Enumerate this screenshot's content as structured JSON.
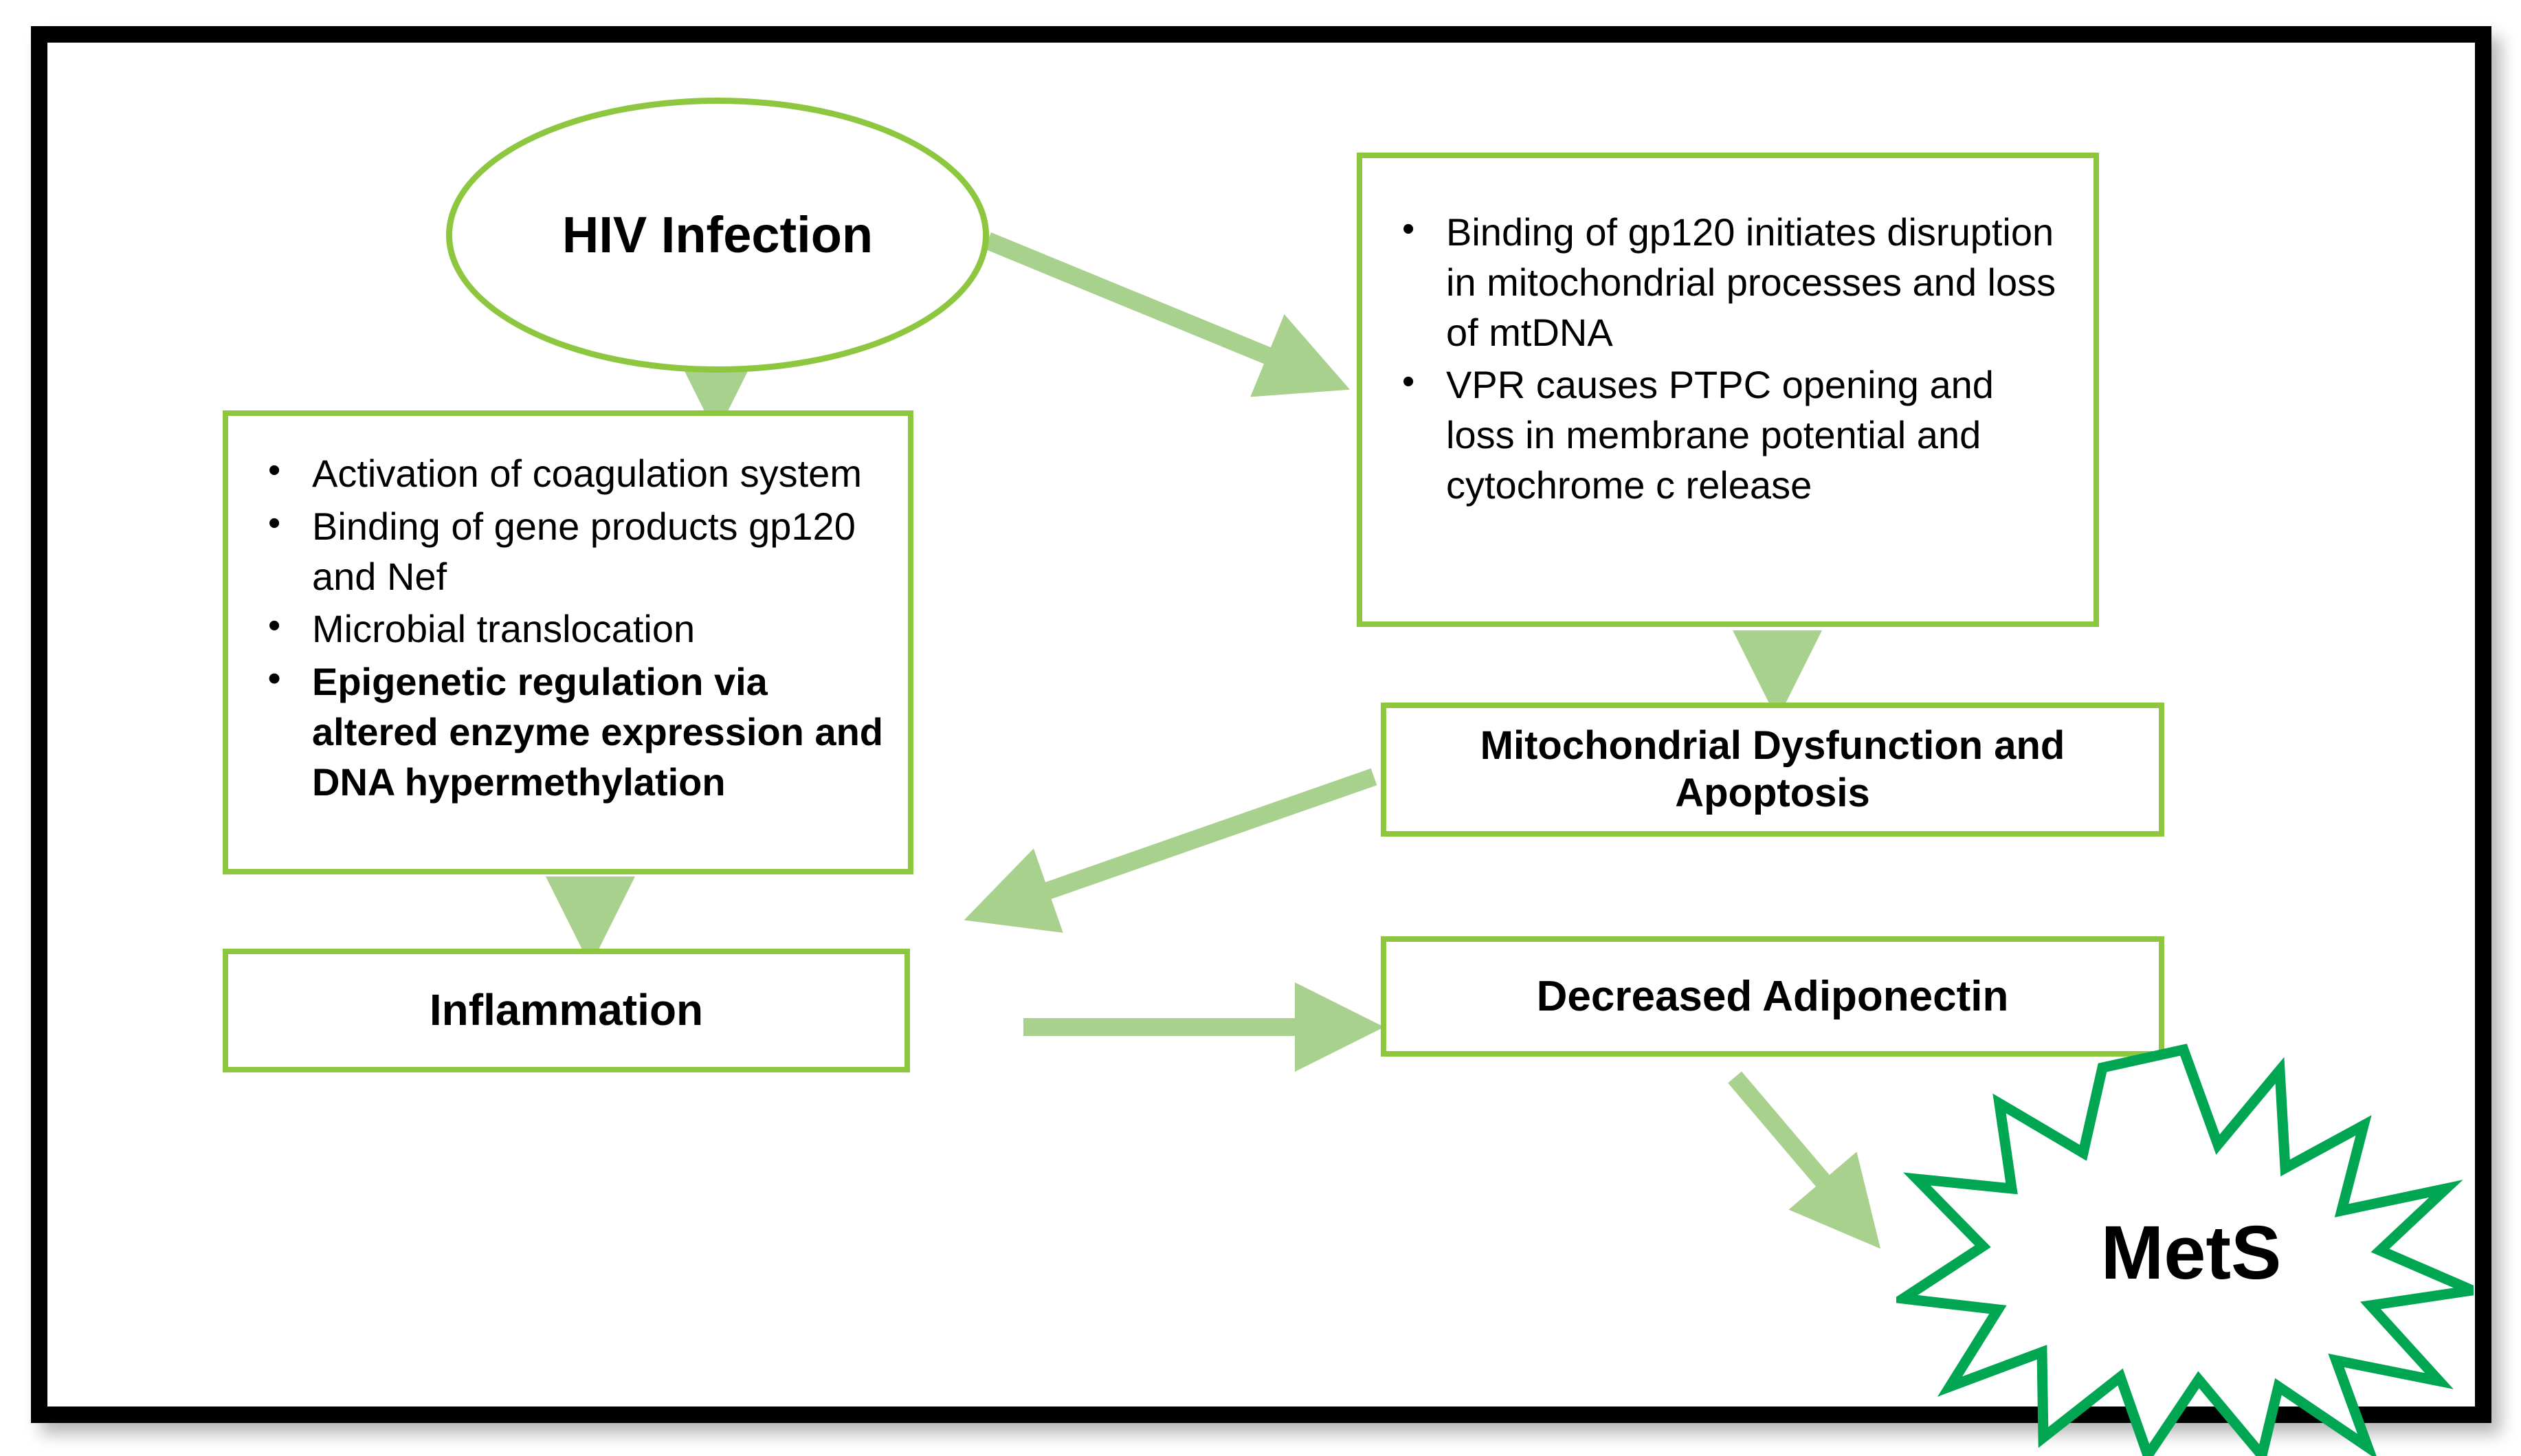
{
  "diagram": {
    "title_node": "HIV Infection",
    "accent_green": "#8DC63F",
    "arrow_green": "#A9D18E",
    "star_green": "#00A651",
    "frame_color": "#000000",
    "nodes": {
      "hiv_infection": "HIV Infection",
      "mitochondrial": "Mitochondrial Dysfunction and Apoptosis",
      "inflammation": "Inflammation",
      "adiponectin": "Decreased Adiponectin",
      "mets": "MetS"
    },
    "left_box": {
      "bullets": [
        {
          "text": "Activation of coagulation system",
          "bold": false
        },
        {
          "text": "Binding of gene products gp120 and Nef",
          "bold": false
        },
        {
          "text": "Microbial translocation",
          "bold": false
        },
        {
          "text": "Epigenetic regulation via altered enzyme expression and DNA hypermethylation",
          "bold": true
        }
      ]
    },
    "right_box": {
      "bullets": [
        {
          "text": "Binding of gp120 initiates disruption in mitochondrial processes and loss of mtDNA",
          "bold": false
        },
        {
          "text": "VPR causes PTPC opening and loss in membrane potential and cytochrome c release",
          "bold": false
        }
      ]
    },
    "arrows": [
      {
        "name": "hiv-to-left-box",
        "from": "HIV Infection",
        "to": "Left bullet list"
      },
      {
        "name": "hiv-to-right-box",
        "from": "HIV Infection",
        "to": "Right bullet list"
      },
      {
        "name": "right-box-to-mitochondrial",
        "from": "Right bullet list",
        "to": "Mitochondrial Dysfunction and Apoptosis"
      },
      {
        "name": "left-box-to-inflammation",
        "from": "Left bullet list",
        "to": "Inflammation"
      },
      {
        "name": "mitochondrial-to-inflammation",
        "from": "Mitochondrial Dysfunction and Apoptosis",
        "to": "Inflammation"
      },
      {
        "name": "inflammation-to-adiponectin",
        "from": "Inflammation",
        "to": "Decreased Adiponectin"
      },
      {
        "name": "adiponectin-to-mets",
        "from": "Decreased Adiponectin",
        "to": "MetS"
      }
    ]
  }
}
